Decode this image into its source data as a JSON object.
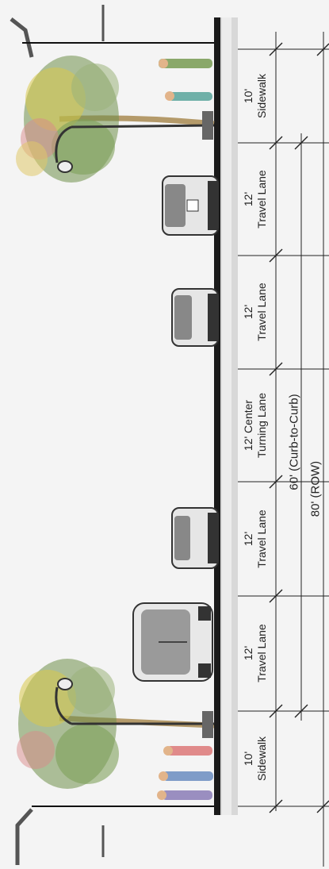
{
  "segments": [
    {
      "width": "10'",
      "name": "Sidewalk"
    },
    {
      "width": "12'",
      "name": "Travel Lane"
    },
    {
      "width": "12'",
      "name": "Travel Lane"
    },
    {
      "width": "12' Center",
      "name": "Turning Lane"
    },
    {
      "width": "12'",
      "name": "Travel Lane"
    },
    {
      "width": "12'",
      "name": "Travel Lane"
    },
    {
      "width": "10'",
      "name": "Sidewalk"
    }
  ],
  "dimensions": {
    "curb_to_curb": "60' (Curb-to-Curb)",
    "row": "80' (ROW)"
  },
  "colors": {
    "pavement_edge": "#1a1a1a",
    "foliage_green": "#6f8f4a",
    "foliage_yellow": "#d9c94a",
    "foliage_pink": "#d98a8a",
    "trunk": "#b49a6a",
    "vehicle": "#e6e6e6"
  }
}
